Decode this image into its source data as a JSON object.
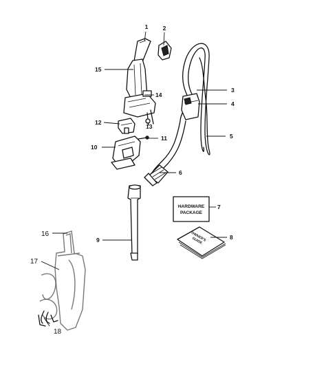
{
  "diagram": {
    "callouts": {
      "c1": "1",
      "c2": "2",
      "c3": "3",
      "c4": "4",
      "c5": "5",
      "c6": "6",
      "c7": "7",
      "c8": "8",
      "c9": "9",
      "c10": "10",
      "c11": "11",
      "c12": "12",
      "c13": "13",
      "c14": "14",
      "c15": "15",
      "c16": "16",
      "c17": "17",
      "c18": "18"
    },
    "hardware_package": {
      "line1": "HARDWARE",
      "line2": "PACKAGE"
    },
    "owners_guide": {
      "line1": "OWNER'S",
      "line2": "GUIDE"
    }
  }
}
